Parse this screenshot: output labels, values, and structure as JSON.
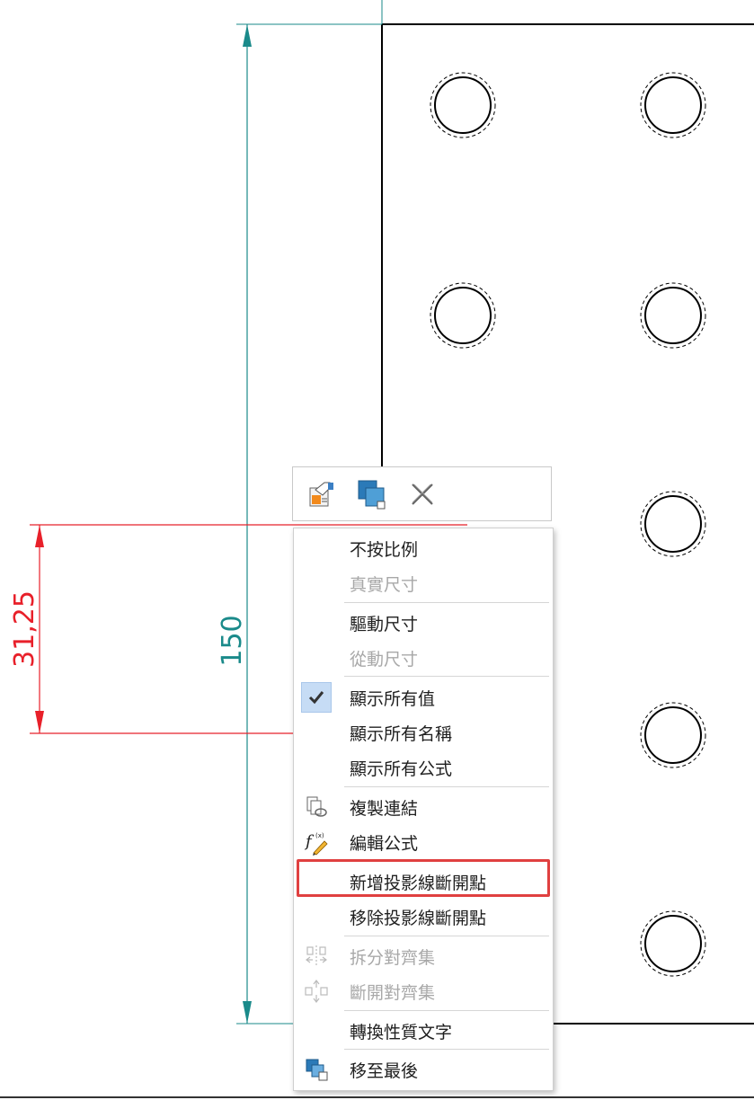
{
  "drawing": {
    "dimension_red": "31,25",
    "dimension_teal": "150",
    "colors": {
      "red_dimension": "#e8202a",
      "teal_dimension": "#1a8a8a",
      "geometry": "#000000",
      "highlight": "#e04040"
    }
  },
  "toolbar": {
    "properties_icon": "properties-icon",
    "bring_to_front_icon": "layer-order-icon",
    "delete_icon": "delete-x-icon"
  },
  "menu": {
    "items": [
      {
        "label": "不按比例",
        "enabled": true
      },
      {
        "label": "真實尺寸",
        "enabled": false
      },
      {
        "label": "驅動尺寸",
        "enabled": true
      },
      {
        "label": "從動尺寸",
        "enabled": false
      },
      {
        "label": "顯示所有值",
        "enabled": true,
        "checked": true
      },
      {
        "label": "顯示所有名稱",
        "enabled": true
      },
      {
        "label": "顯示所有公式",
        "enabled": true
      },
      {
        "label": "複製連結",
        "enabled": true,
        "icon": "copy-link-icon"
      },
      {
        "label": "編輯公式",
        "enabled": true,
        "icon": "edit-formula-icon"
      },
      {
        "label": "新增投影線斷開點",
        "enabled": true,
        "highlighted": true
      },
      {
        "label": "移除投影線斷開點",
        "enabled": true
      },
      {
        "label": "拆分對齊集",
        "enabled": false,
        "icon": "split-align-icon"
      },
      {
        "label": "斷開對齊集",
        "enabled": false,
        "icon": "break-align-icon"
      },
      {
        "label": "轉換性質文字",
        "enabled": true
      },
      {
        "label": "移至最後",
        "enabled": true,
        "icon": "move-to-back-icon"
      }
    ]
  }
}
